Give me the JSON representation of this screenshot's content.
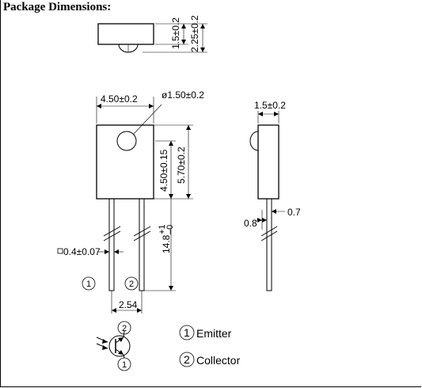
{
  "heading": "Package Dimensions:",
  "dims": {
    "top_body": "1.5±0.2",
    "top_total": "2.25±0.2",
    "width": "4.50±0.2",
    "hole": "ø1.50±0.2",
    "body_h": "4.50±0.15",
    "total_h": "5.70±0.2",
    "lead_len": "14.8",
    "lead_tol_plus": "+1",
    "lead_tol_minus": "–0",
    "lead_w": "0.4±0.07",
    "pitch": "2.54",
    "side_thk": "1.5±0.2",
    "side_a": "0.8",
    "side_b": "0.7"
  },
  "pins": [
    "1",
    "2"
  ],
  "legend": [
    {
      "num": "1",
      "label": "Emitter"
    },
    {
      "num": "2",
      "label": "Collector"
    }
  ]
}
